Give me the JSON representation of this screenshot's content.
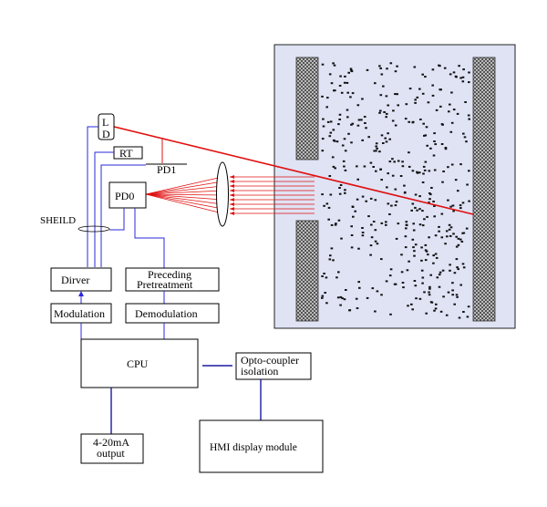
{
  "labels": {
    "ld_top": "L",
    "ld_bottom": "D",
    "rt": "RT",
    "pd1": "PD1",
    "pd0": "PD0",
    "shield": "SHEILD",
    "driver": "Dirver",
    "modulation": "Modulation",
    "preceding_1": "Preceding",
    "preceding_2": "Pretreatment",
    "demodulation": "Demodulation",
    "cpu": "CPU",
    "opto_1": "Opto-coupler",
    "opto_2": "isolation",
    "output_1": "4-20mA",
    "output_2": "output",
    "hmi": "HMI display module"
  },
  "colors": {
    "laser": "#e01010",
    "wire": "#2a2ad8",
    "bus": "#1a1aa0",
    "chamber": "#dfe3f4"
  }
}
